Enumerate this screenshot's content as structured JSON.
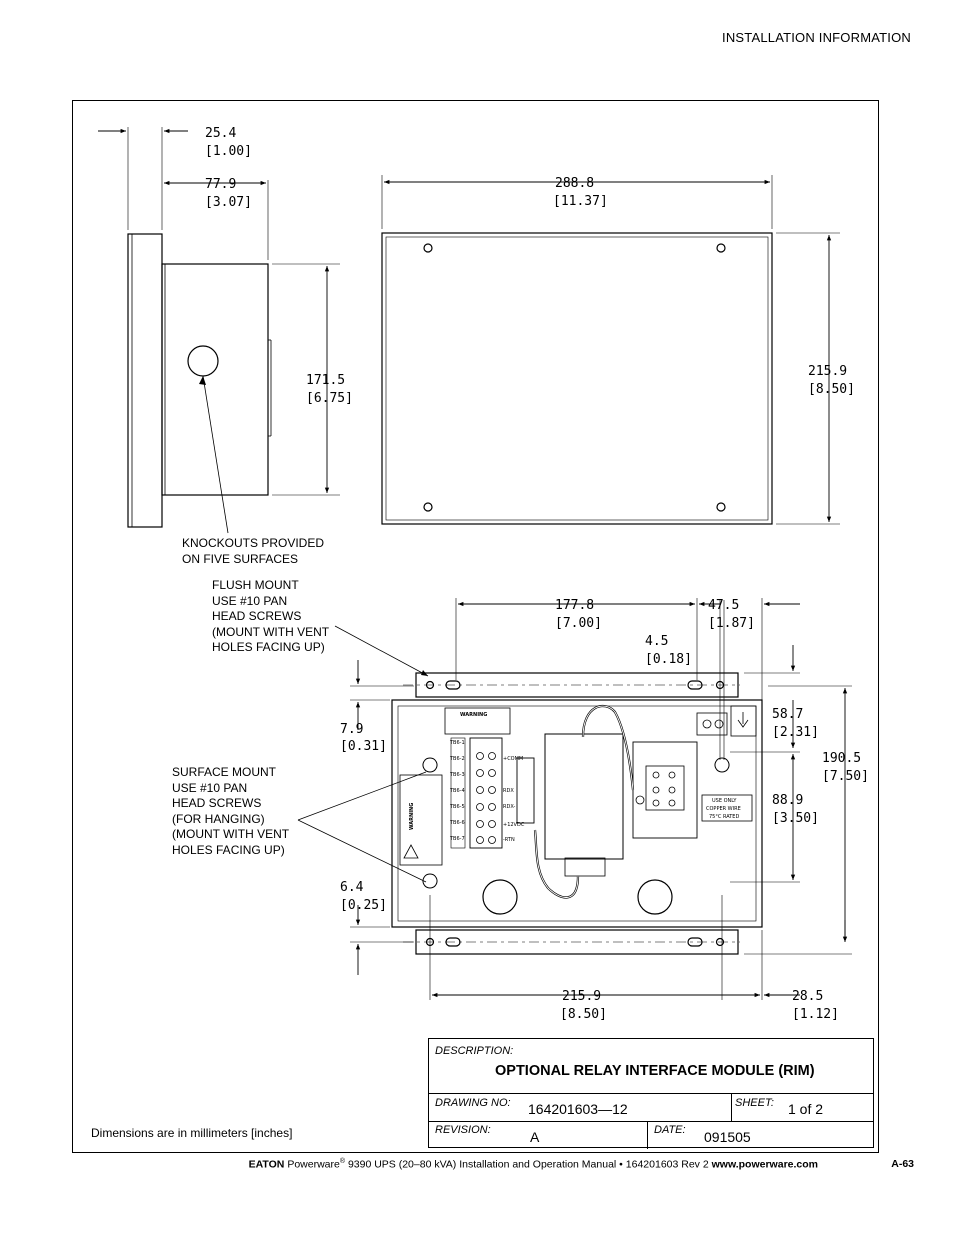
{
  "header": {
    "section": "INSTALLATION INFORMATION"
  },
  "dimensions": {
    "side_depth": {
      "mm": "25.4",
      "in": "[1.00]"
    },
    "side_width": {
      "mm": "77.9",
      "in": "[3.07]"
    },
    "side_height": {
      "mm": "171.5",
      "in": "[6.75]"
    },
    "front_width": {
      "mm": "288.8",
      "in": "[11.37]"
    },
    "front_height": {
      "mm": "215.9",
      "in": "[8.50]"
    },
    "mount_span": {
      "mm": "177.8",
      "in": "[7.00]"
    },
    "right_offset": {
      "mm": "47.5",
      "in": "[1.87]"
    },
    "small_offset": {
      "mm": "4.5",
      "in": "[0.18]"
    },
    "top_offset": {
      "mm": "7.9",
      "in": "[0.31]"
    },
    "upper_hole": {
      "mm": "58.7",
      "in": "[2.31]"
    },
    "overall_height": {
      "mm": "190.5",
      "in": "[7.50]"
    },
    "hole_spacing": {
      "mm": "88.9",
      "in": "[3.50]"
    },
    "bottom_offset": {
      "mm": "6.4",
      "in": "[0.25]"
    },
    "base_width": {
      "mm": "215.9",
      "in": "[8.50]"
    },
    "right_edge": {
      "mm": "28.5",
      "in": "[1.12]"
    }
  },
  "notes": {
    "knockouts": [
      "KNOCKOUTS PROVIDED",
      "ON FIVE SURFACES"
    ],
    "flush_mount": [
      "FLUSH MOUNT",
      "USE #10 PAN",
      "HEAD SCREWS",
      "(MOUNT WITH VENT",
      "HOLES FACING UP)"
    ],
    "surface_mount": [
      "SURFACE MOUNT",
      "USE #10 PAN",
      "HEAD SCREWS",
      "(FOR HANGING)",
      "(MOUNT WITH VENT",
      "HOLES FACING UP)"
    ],
    "units": "Dimensions are in millimeters [inches]"
  },
  "interior_labels": {
    "warning_top": "WARNING",
    "warning_side": "WARNING",
    "tb": [
      "TB6-1",
      "TB6-2",
      "TB6-3",
      "TB6-4",
      "TB6-5",
      "TB6-6",
      "TB6-7"
    ],
    "signals": [
      "+COMM",
      "RDX",
      "RDX-",
      "+12VDC",
      "-RTN"
    ],
    "copper": [
      "USE ONLY",
      "COPPER WIRE",
      "75°C RATED"
    ]
  },
  "title_block": {
    "description_label": "DESCRIPTION:",
    "description": "OPTIONAL RELAY INTERFACE MODULE (RIM)",
    "drawing_no_label": "DRAWING NO:",
    "drawing_no": "164201603—12",
    "sheet_label": "SHEET:",
    "sheet": "1 of 2",
    "revision_label": "REVISION:",
    "revision": "A",
    "date_label": "DATE:",
    "date": "091505"
  },
  "footer": {
    "brand": "EATON",
    "product": "Powerware",
    "reg": "®",
    "manual": "9390 UPS (20–80 kVA) Installation and Operation Manual",
    "bullet": "•",
    "doc_no": "164201603 Rev 2",
    "url": "www.powerware.com",
    "page": "A-63"
  }
}
